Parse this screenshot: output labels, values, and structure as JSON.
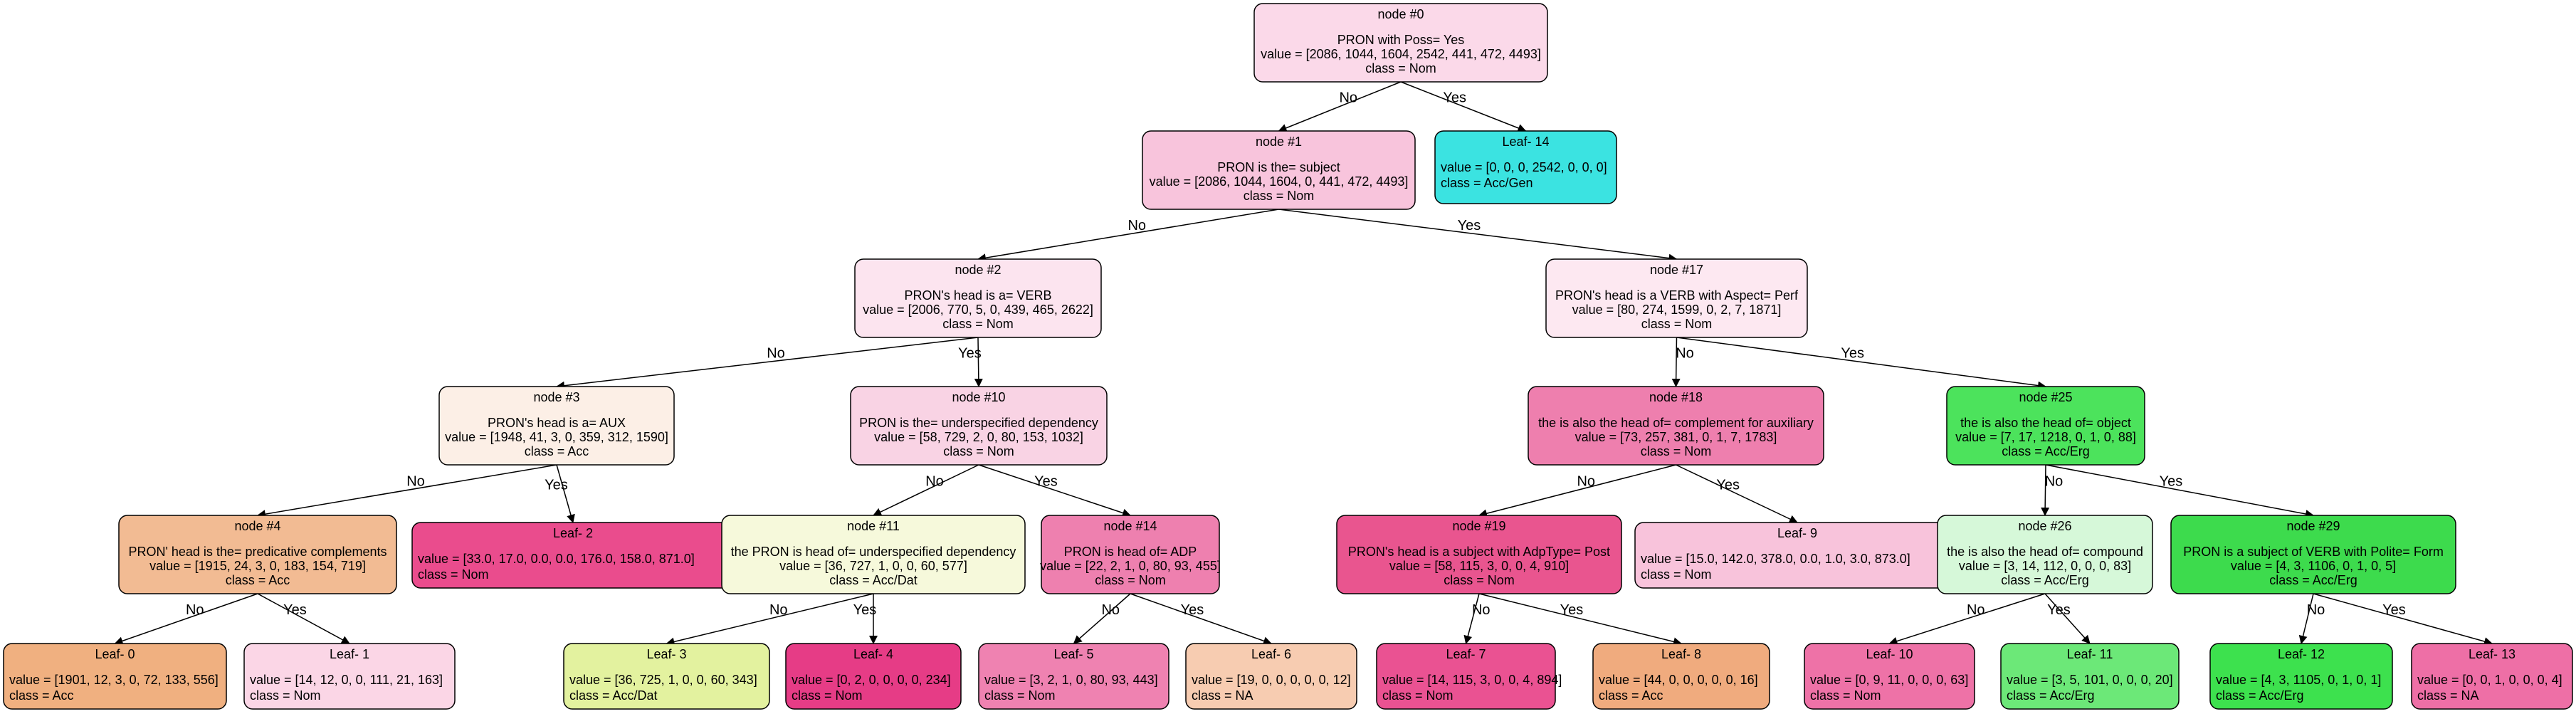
{
  "nodes": [
    {
      "id": "n0",
      "title": "node #0",
      "lines": [
        "PRON with Poss= Yes",
        "value = [2086, 1044, 1604, 2542, 441, 472, 4493]",
        "class = Nom"
      ],
      "color": "#fbd9e9"
    },
    {
      "id": "n1",
      "title": "node #1",
      "lines": [
        "PRON is the= subject",
        "value = [2086, 1044, 1604, 0, 441, 472, 4493]",
        "class = Nom"
      ],
      "color": "#f8c4dc"
    },
    {
      "id": "n14",
      "title": "Leaf- 14",
      "lines": [
        "value = [0, 0, 0, 2542, 0, 0, 0]",
        "class = Acc/Gen"
      ],
      "color": "#3be3e1"
    },
    {
      "id": "n2",
      "title": "node #2",
      "lines": [
        "PRON's head is a= VERB",
        "value = [2006, 770, 5, 0, 439, 465, 2622]",
        "class = Nom"
      ],
      "color": "#fce4ef"
    },
    {
      "id": "n17",
      "title": "node #17",
      "lines": [
        "PRON's head is a VERB with Aspect= Perf",
        "value = [80, 274, 1599, 0, 2, 7, 1871]",
        "class = Nom"
      ],
      "color": "#fde8f1"
    },
    {
      "id": "n3",
      "title": "node #3",
      "lines": [
        "PRON's head is a= AUX",
        "value = [1948, 41, 3, 0, 359, 312, 1590]",
        "class = Acc"
      ],
      "color": "#fcefe6"
    },
    {
      "id": "n10",
      "title": "node #10",
      "lines": [
        "PRON is the= underspecified dependency",
        "value = [58, 729, 2, 0, 80, 153, 1032]",
        "class = Nom"
      ],
      "color": "#f9d3e4"
    },
    {
      "id": "n18",
      "title": "node #18",
      "lines": [
        "the  is also the head of= complement for auxiliary",
        "value = [73, 257, 381, 0, 1, 7, 1783]",
        "class = Nom"
      ],
      "color": "#ee7fae"
    },
    {
      "id": "n25",
      "title": "node #25",
      "lines": [
        "the  is also the head of= object",
        "value = [7, 17, 1218, 0, 1, 0, 88]",
        "class = Acc/Erg"
      ],
      "color": "#4ce35c"
    },
    {
      "id": "n4",
      "title": "node #4",
      "lines": [
        "PRON' head is the= predicative complements",
        "value = [1915, 24, 3, 0, 183, 154, 719]",
        "class = Acc"
      ],
      "color": "#f2bb93"
    },
    {
      "id": "n2l",
      "title": "Leaf- 2",
      "lines": [
        "value = [33.0, 17.0, 0.0, 0.0, 176.0, 158.0, 871.0]",
        "class = Nom"
      ],
      "color": "#ea4c8d"
    },
    {
      "id": "n11",
      "title": "node #11",
      "lines": [
        "the PRON is head of= underspecified dependency",
        "value = [36, 727, 1, 0, 0, 60, 577]",
        "class = Acc/Dat"
      ],
      "color": "#f6f9db"
    },
    {
      "id": "n14b",
      "title": "node #14",
      "lines": [
        "PRON is head of= ADP",
        "value = [22, 2, 1, 0, 80, 93, 455]",
        "class = Nom"
      ],
      "color": "#ee80af"
    },
    {
      "id": "n19",
      "title": "node #19",
      "lines": [
        "PRON's head is a subject with AdpType= Post",
        "value = [58, 115, 3, 0, 0, 4, 910]",
        "class = Nom"
      ],
      "color": "#e9558f"
    },
    {
      "id": "n9",
      "title": "Leaf- 9",
      "lines": [
        "value = [15.0, 142.0, 378.0, 0.0, 1.0, 3.0, 873.0]",
        "class = Nom"
      ],
      "color": "#f8c3db"
    },
    {
      "id": "n26",
      "title": "node #26",
      "lines": [
        "the  is also the head of= compound",
        "value = [3, 14, 112, 0, 0, 0, 83]",
        "class = Acc/Erg"
      ],
      "color": "#d6f8d9"
    },
    {
      "id": "n29",
      "title": "node #29",
      "lines": [
        "PRON  is a subject  of VERB with Polite= Form",
        "value = [4, 3, 1106, 0, 1, 0, 5]",
        "class = Acc/Erg"
      ],
      "color": "#3ddb4d"
    },
    {
      "id": "n0l",
      "title": "Leaf- 0",
      "lines": [
        "value = [1901, 12, 3, 0, 72, 133, 556]",
        "class = Acc"
      ],
      "color": "#f0b080"
    },
    {
      "id": "n1l",
      "title": "Leaf- 1",
      "lines": [
        "value = [14, 12, 0, 0, 111, 21, 163]",
        "class = Nom"
      ],
      "color": "#fbd6e6"
    },
    {
      "id": "n3l",
      "title": "Leaf- 3",
      "lines": [
        "value = [36, 725, 1, 0, 0, 60, 343]",
        "class = Acc/Dat"
      ],
      "color": "#e3f29f"
    },
    {
      "id": "n4l",
      "title": "Leaf- 4",
      "lines": [
        "value = [0, 2, 0, 0, 0, 0, 234]",
        "class = Nom"
      ],
      "color": "#e63c86"
    },
    {
      "id": "n5l",
      "title": "Leaf- 5",
      "lines": [
        "value = [3, 2, 1, 0, 80, 93, 443]",
        "class = Nom"
      ],
      "color": "#ef82b1"
    },
    {
      "id": "n6l",
      "title": "Leaf- 6",
      "lines": [
        "value = [19, 0, 0, 0, 0, 0, 12]",
        "class = NA"
      ],
      "color": "#f7ccb1"
    },
    {
      "id": "n7l",
      "title": "Leaf- 7",
      "lines": [
        "value = [14, 115, 3, 0, 0, 4, 894]",
        "class = Nom"
      ],
      "color": "#ea5292"
    },
    {
      "id": "n8l",
      "title": "Leaf- 8",
      "lines": [
        "value = [44, 0, 0, 0, 0, 0, 16]",
        "class = Acc"
      ],
      "color": "#f0ab7e"
    },
    {
      "id": "n10l",
      "title": "Leaf- 10",
      "lines": [
        "value = [0, 9, 11, 0, 0, 0, 63]",
        "class = Nom"
      ],
      "color": "#ee72a7"
    },
    {
      "id": "n11l",
      "title": "Leaf- 11",
      "lines": [
        "value = [3, 5, 101, 0, 0, 0, 20]",
        "class = Acc/Erg"
      ],
      "color": "#6ce878"
    },
    {
      "id": "n12l",
      "title": "Leaf- 12",
      "lines": [
        "value = [4, 3, 1105, 0, 1, 0, 1]",
        "class = Acc/Erg"
      ],
      "color": "#3de14e"
    },
    {
      "id": "n13l",
      "title": "Leaf- 13",
      "lines": [
        "value = [0, 0, 1, 0, 0, 0, 4]",
        "class = NA"
      ],
      "color": "#ee6fa6"
    }
  ],
  "edges": [
    {
      "from": "n0",
      "to": "n1",
      "label": "No"
    },
    {
      "from": "n0",
      "to": "n14",
      "label": "Yes"
    },
    {
      "from": "n1",
      "to": "n2",
      "label": "No"
    },
    {
      "from": "n1",
      "to": "n17",
      "label": "Yes"
    },
    {
      "from": "n2",
      "to": "n3",
      "label": "No"
    },
    {
      "from": "n2",
      "to": "n10",
      "label": "Yes"
    },
    {
      "from": "n17",
      "to": "n18",
      "label": "No"
    },
    {
      "from": "n17",
      "to": "n25",
      "label": "Yes"
    },
    {
      "from": "n3",
      "to": "n4",
      "label": "No"
    },
    {
      "from": "n3",
      "to": "n2l",
      "label": "Yes"
    },
    {
      "from": "n10",
      "to": "n11",
      "label": "No"
    },
    {
      "from": "n10",
      "to": "n14b",
      "label": "Yes"
    },
    {
      "from": "n18",
      "to": "n19",
      "label": "No"
    },
    {
      "from": "n18",
      "to": "n9",
      "label": "Yes"
    },
    {
      "from": "n25",
      "to": "n26",
      "label": "No"
    },
    {
      "from": "n25",
      "to": "n29",
      "label": "Yes"
    },
    {
      "from": "n4",
      "to": "n0l",
      "label": "No"
    },
    {
      "from": "n4",
      "to": "n1l",
      "label": "Yes"
    },
    {
      "from": "n11",
      "to": "n3l",
      "label": "No"
    },
    {
      "from": "n11",
      "to": "n4l",
      "label": "Yes"
    },
    {
      "from": "n14b",
      "to": "n5l",
      "label": "No"
    },
    {
      "from": "n14b",
      "to": "n6l",
      "label": "Yes"
    },
    {
      "from": "n19",
      "to": "n7l",
      "label": "No"
    },
    {
      "from": "n19",
      "to": "n8l",
      "label": "Yes"
    },
    {
      "from": "n26",
      "to": "n10l",
      "label": "No"
    },
    {
      "from": "n26",
      "to": "n11l",
      "label": "Yes"
    },
    {
      "from": "n29",
      "to": "n12l",
      "label": "No"
    },
    {
      "from": "n29",
      "to": "n13l",
      "label": "Yes"
    }
  ]
}
